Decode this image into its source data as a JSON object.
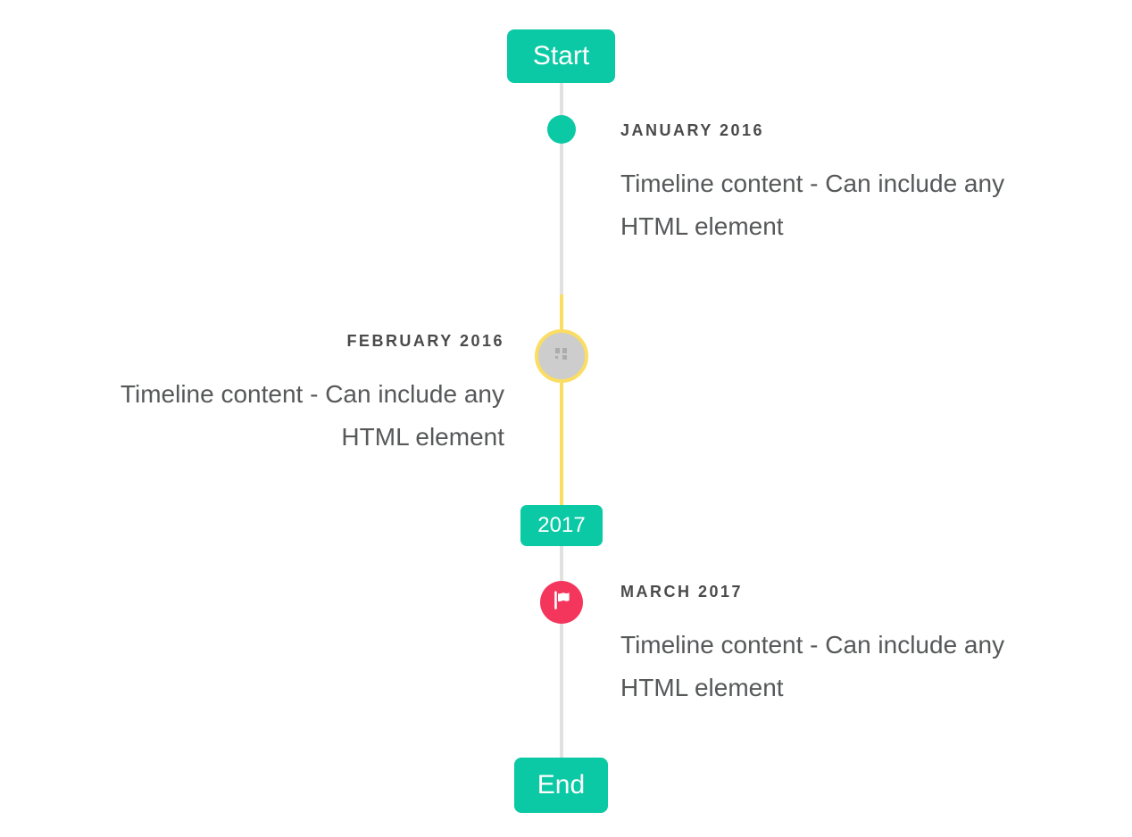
{
  "colors": {
    "accent_teal": "#0BC9A4",
    "accent_yellow": "#FADD62",
    "accent_red": "#F5365C",
    "line_gray": "#E1E1E1",
    "marker_circle_gray": "#CDCDCD",
    "date_text": "#4A4A4B",
    "content_text": "#565859",
    "badge_text": "#FFFFFF"
  },
  "timeline": {
    "start_badge": "Start",
    "year_badge": "2017",
    "end_badge": "End",
    "items": [
      {
        "date": "JANUARY 2016",
        "side": "right",
        "marker": "teal-dot",
        "lines": [
          "Timeline content - Can include any",
          "HTML element"
        ]
      },
      {
        "date": "FEBRUARY 2016",
        "side": "left",
        "marker": "gray-circle-broken-image",
        "lines": [
          "Timeline content - Can include any",
          "HTML element"
        ]
      },
      {
        "date": "MARCH 2017",
        "side": "right",
        "marker": "red-flag-circle",
        "lines": [
          "Timeline content - Can include any",
          "HTML element"
        ]
      }
    ]
  }
}
